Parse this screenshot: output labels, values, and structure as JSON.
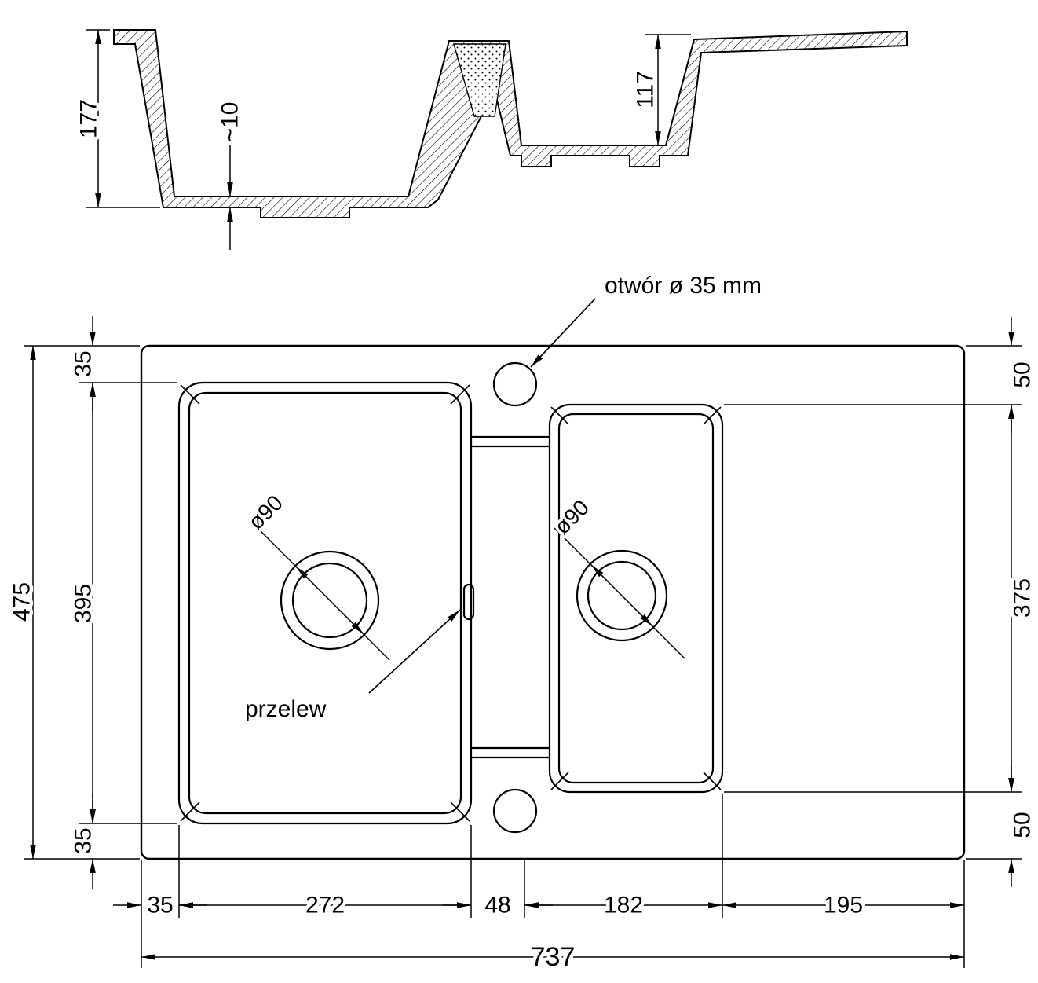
{
  "page": {
    "background": "#ffffff",
    "line_color": "#000000"
  },
  "section_view": {
    "dim_total_depth": "177",
    "dim_bottom_thickness": "~10",
    "dim_small_bowl_depth": "117"
  },
  "plan_view": {
    "callout_faucet_hole": "otwór ø 35 mm",
    "callout_overflow": "przelew",
    "dim_drain_left": "ø90",
    "dim_drain_right": "ø90",
    "left": {
      "dim_overall": "475",
      "dim_top": "35",
      "dim_bowl": "395",
      "dim_bottom": "35"
    },
    "right": {
      "dim_top": "50",
      "dim_bowl": "375",
      "dim_bottom": "50"
    },
    "bottom": {
      "dim_margin_left": "35",
      "dim_bowl1": "272",
      "dim_gap": "48",
      "dim_bowl2": "182",
      "dim_drainer": "195",
      "dim_overall": "737"
    }
  }
}
